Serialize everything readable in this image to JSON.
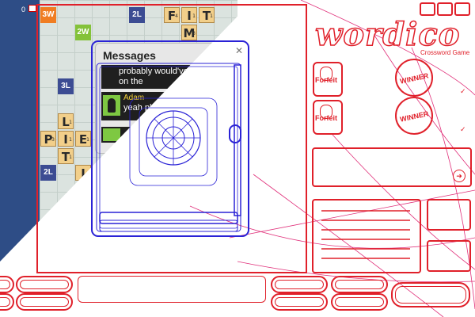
{
  "top_counter": "0",
  "board": {
    "bonus_tiles": [
      {
        "label": "3W",
        "kind": "tw"
      },
      {
        "label": "2L",
        "kind": "dl"
      },
      {
        "label": "2W",
        "kind": "dw"
      },
      {
        "label": "3L",
        "kind": "tl"
      },
      {
        "label": "2L",
        "kind": "dl"
      }
    ],
    "letter_tiles": [
      {
        "letter": "F",
        "points": "4"
      },
      {
        "letter": "I",
        "points": "1"
      },
      {
        "letter": "T",
        "points": "1"
      },
      {
        "letter": "M",
        "points": "3"
      },
      {
        "letter": "L",
        "points": "1"
      },
      {
        "letter": "P",
        "points": "3"
      },
      {
        "letter": "I",
        "points": "1"
      },
      {
        "letter": "E",
        "points": "1"
      },
      {
        "letter": "T",
        "points": "1"
      },
      {
        "letter": "I",
        "points": "1"
      }
    ]
  },
  "messages": {
    "title": "Messages",
    "first_message": "probably would've w the game on the",
    "second_author": "Adam",
    "second_message": "yeah pl letter"
  },
  "brand": {
    "logo": "wordico",
    "subtitle": "Crossword Game"
  },
  "players": [
    {
      "forfeit_label": "Forfeit",
      "badge": "WINNER"
    },
    {
      "forfeit_label": "Forfeit",
      "badge": "WINNER"
    }
  ],
  "colors": {
    "accent_red": "#e0202a",
    "wireframe_blue": "#2a22d6",
    "curve_pink": "#e0307a",
    "board_blue": "#2e4d86"
  },
  "icons": [
    "window-icon",
    "email-icon",
    "edit-icon",
    "close-icon",
    "arrow-right-icon",
    "checkmark-icon",
    "user-icon",
    "shield-icon"
  ]
}
